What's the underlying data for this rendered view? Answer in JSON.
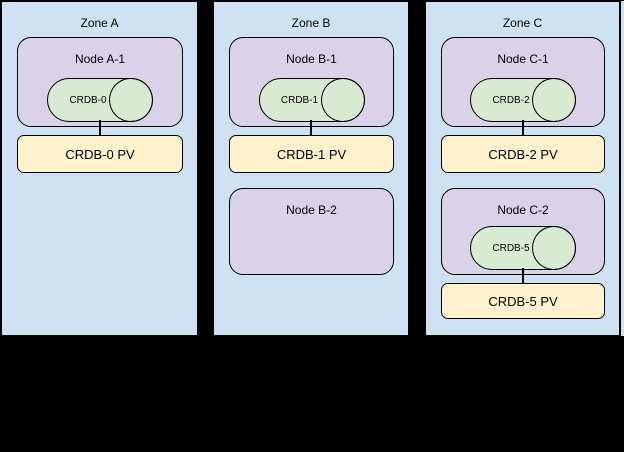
{
  "colors": {
    "background": "#000000",
    "zone_fill": "#CFE2F3",
    "node_fill": "#D9D2E9",
    "database_fill": "#D9EAD3",
    "pv_fill": "#FFF2CC",
    "border": "#000000"
  },
  "zones": [
    {
      "label": "Zone A",
      "nodes": [
        {
          "label": "Node A-1",
          "database": "CRDB-0",
          "pv": "CRDB-0 PV"
        }
      ]
    },
    {
      "label": "Zone B",
      "nodes": [
        {
          "label": "Node B-1",
          "database": "CRDB-1",
          "pv": "CRDB-1 PV"
        },
        {
          "label": "Node B-2"
        }
      ]
    },
    {
      "label": "Zone C",
      "nodes": [
        {
          "label": "Node C-1",
          "database": "CRDB-2",
          "pv": "CRDB-2 PV"
        },
        {
          "label": "Node C-2",
          "database": "CRDB-5",
          "pv": "CRDB-5 PV"
        }
      ]
    }
  ]
}
